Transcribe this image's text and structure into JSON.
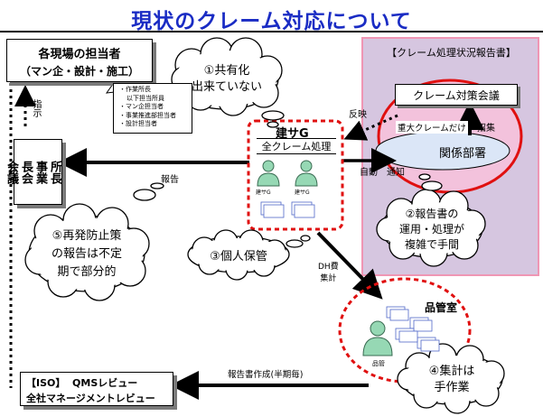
{
  "title": "現状のクレーム対応について",
  "site_manager": {
    "line1": "各現場の担当者",
    "line2": "（マン企・設計・施工）"
  },
  "callout": {
    "lines": [
      "・作業所長",
      "以下担当所員",
      "・マン企担当者",
      "・事業推進部担当者",
      "・設計担当者"
    ]
  },
  "shiji": "指示",
  "report_panel": {
    "title": "【クレーム処理状況報告書】",
    "meeting": "クレーム対策会議",
    "serious": "重大クレームだけ",
    "shoshu": "招集",
    "dept": "関係部署",
    "hanei": "反映"
  },
  "kensg": {
    "title": "建サG",
    "subtitle": "全クレーム処理",
    "person1": "建サG",
    "person2": "建サG"
  },
  "jidou": "自動　通知",
  "president_box": "所長\n事業\n長会\n会議",
  "hokoku": "報告",
  "dh": {
    "line1": "DH費",
    "line2": "集計"
  },
  "hinkan": {
    "title": "品管室",
    "person": "品管"
  },
  "report_creation": "報告書作成(半期毎)",
  "iso_box": {
    "line1": "【ISO】  QMSレビュー",
    "line2": "全社マネージメントレビュー"
  },
  "clouds": {
    "c1": [
      "①共有化",
      "出来ていない"
    ],
    "c2": [
      "②報告書の",
      "運用・処理が",
      "複雑で手間"
    ],
    "c3": [
      "③個人保管"
    ],
    "c4": [
      "④集計は",
      "手作業"
    ],
    "c5": [
      "⑤再発防止策",
      "の報告は不定",
      "期で部分的"
    ]
  },
  "colors": {
    "title": "#1a2cc4",
    "panel_bg": "#d6c6e0",
    "panel_border": "#ef96b4",
    "red": "#e01010",
    "meeting_fill": "#ffffff",
    "person": "#96d8b4"
  }
}
